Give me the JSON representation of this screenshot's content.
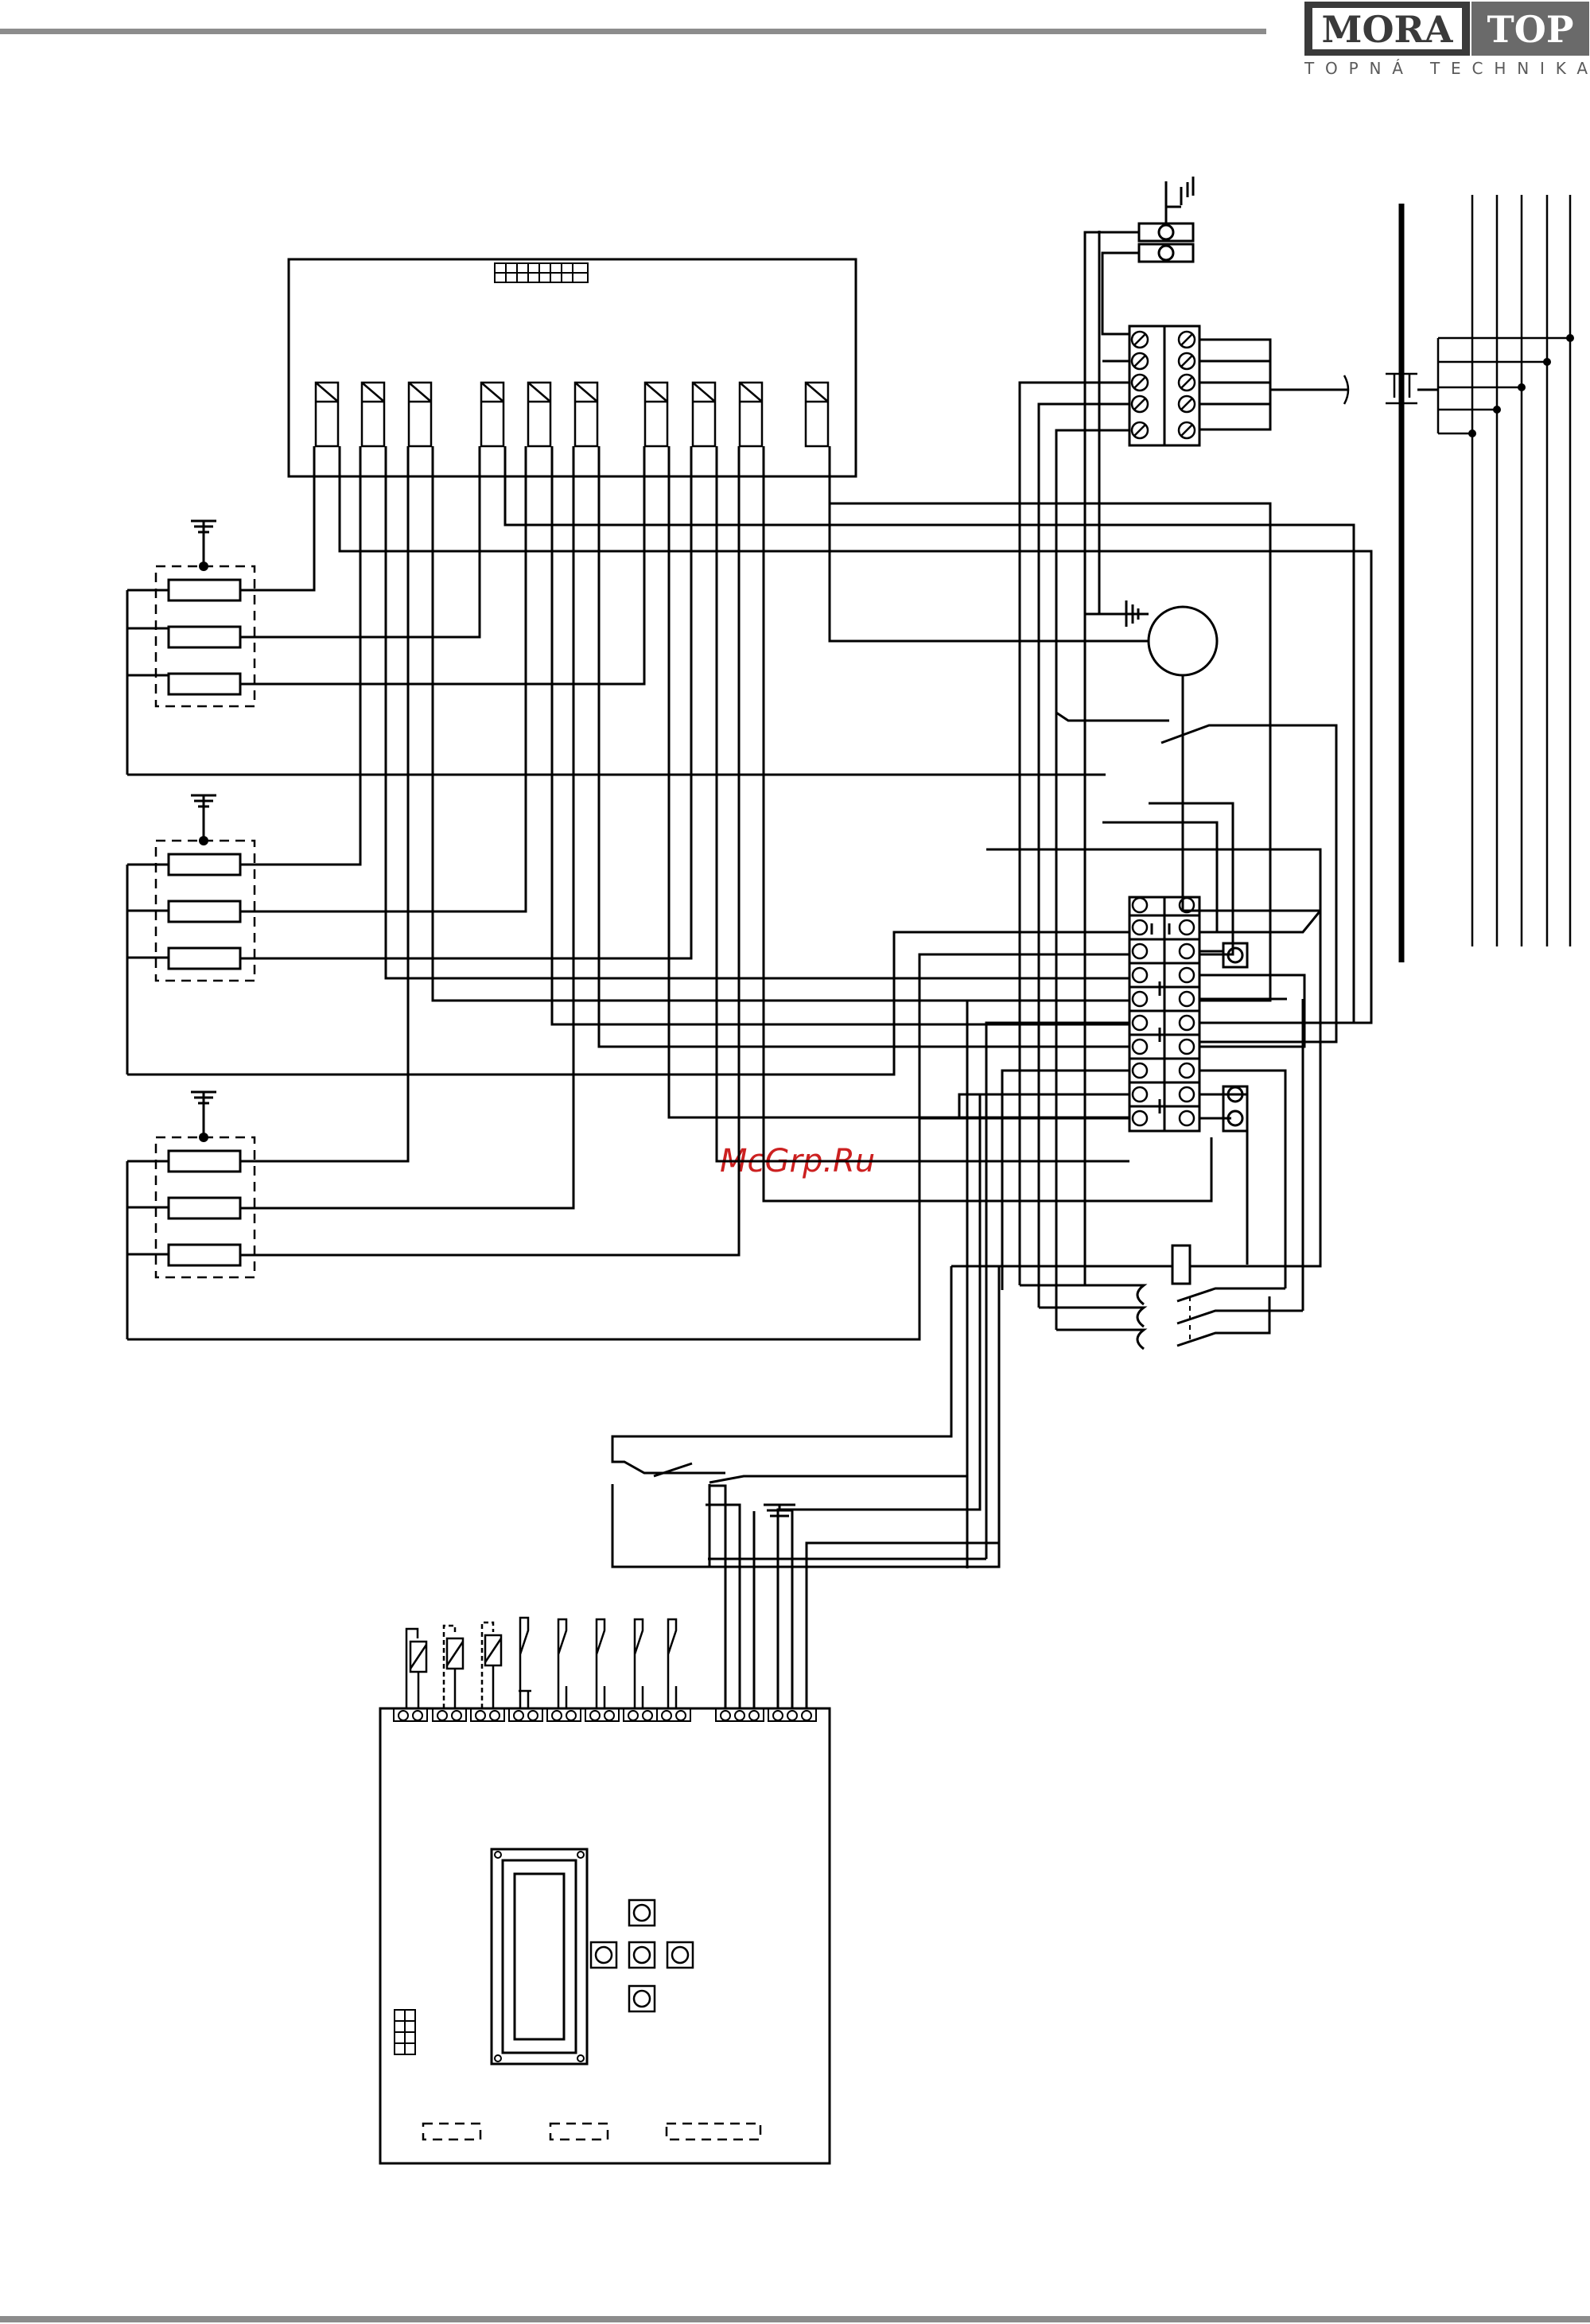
{
  "header": {
    "brand_left": "MORA",
    "brand_right": "TOP",
    "tagline": "TOPNÁ TECHNIKA"
  },
  "watermark": "McGrp.Ru",
  "colors": {
    "rule": "#8c8c8c",
    "line": "#000000",
    "logo_dark": "#3a3a3a",
    "logo_mid": "#6a6a6a",
    "tagline": "#5a5a5a",
    "watermark": "#cc2020"
  }
}
